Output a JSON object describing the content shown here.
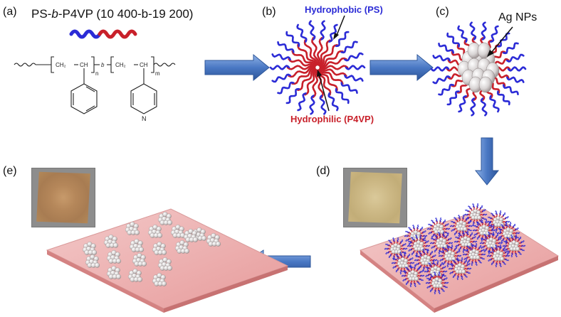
{
  "panel_labels": {
    "a": "(a)",
    "b": "(b)",
    "c": "(c)",
    "d": "(d)",
    "e": "(e)"
  },
  "title": {
    "pre": "PS-",
    "italic": "b",
    "post": "-P4VP (10 400-b-19 200)"
  },
  "structure": {
    "ch2_a": "CH₂",
    "ch_a": "CH",
    "b": "b",
    "ch2_b": "CH₂",
    "ch_b": "CH",
    "n": "n",
    "m": "m",
    "N": "N"
  },
  "annotations": {
    "hydrophobic": "Hydrophobic (PS)",
    "hydrophilic": "Hydrophilic (P4VP)",
    "ag_nps": "Ag NPs"
  },
  "colors": {
    "ps_chain": "#2b2bd6",
    "p4vp_chain": "#c8202a",
    "arrow": "#4a78c4",
    "substrate": "#e89898",
    "film_d": "#c8b47a",
    "film_e": "#b88d5e"
  }
}
